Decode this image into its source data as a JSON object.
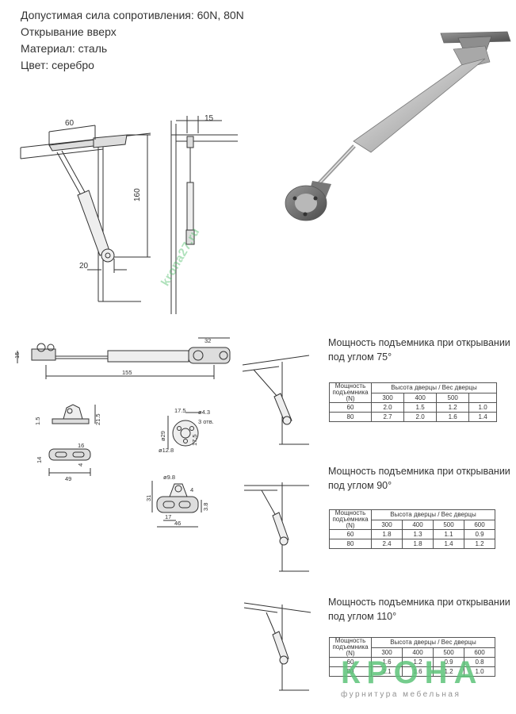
{
  "specs": {
    "line1": "Допустимая сила сопротивления: 60N, 80N",
    "line2": "Открывание вверх",
    "line3": "Материал: сталь",
    "line4": "Цвет: серебро"
  },
  "dims": {
    "side_top": "60",
    "side_height": "160",
    "side_bottom": "20",
    "front_top": "15",
    "bar_left": "15",
    "bar_right": "32",
    "bar_length": "155",
    "bracket_h1": "1.5",
    "bracket_h2": "21.5",
    "bracket_w": "16",
    "bracket_h3": "14",
    "bracket_h4": "4",
    "bracket_total": "49",
    "disc_a": "17.5",
    "disc_hole": "ø4.3",
    "disc_holes": "3 отв.",
    "disc_d29": "ø29",
    "disc_d128": "ø12.8",
    "disc_175": "17.5",
    "clip_d": "ø9.8",
    "clip_h": "31",
    "clip_4": "4",
    "clip_38": "3.8",
    "clip_17": "17",
    "clip_46": "46"
  },
  "sections": [
    {
      "title": "Мощность подъемника при открывании под углом 75°",
      "header_left": "Мощность подъемника (N)",
      "header_right": "Высота дверцы / Вес дверцы",
      "cols": [
        "300",
        "400",
        "500",
        ""
      ],
      "rows": [
        {
          "n": "60",
          "vals": [
            "2.0",
            "1.5",
            "1.2",
            "1.0"
          ]
        },
        {
          "n": "80",
          "vals": [
            "2.7",
            "2.0",
            "1.6",
            "1.4"
          ]
        }
      ]
    },
    {
      "title": "Мощность подъемника при открывании под углом 90°",
      "header_left": "Мощность подъемника (N)",
      "header_right": "Высота дверцы / Вес дверцы",
      "cols": [
        "300",
        "400",
        "500",
        "600"
      ],
      "rows": [
        {
          "n": "60",
          "vals": [
            "1.8",
            "1.3",
            "1.1",
            "0.9"
          ]
        },
        {
          "n": "80",
          "vals": [
            "2.4",
            "1.8",
            "1.4",
            "1.2"
          ]
        }
      ]
    },
    {
      "title": "Мощность подъемника при открывании под углом 110°",
      "header_left": "Мощность подъемника (N)",
      "header_right": "Высота дверцы / Вес дверцы",
      "cols": [
        "300",
        "400",
        "500",
        "600"
      ],
      "rows": [
        {
          "n": "60",
          "vals": [
            "1.6",
            "1.2",
            "0.9",
            "0.8"
          ]
        },
        {
          "n": "80",
          "vals": [
            "2.1",
            "1.6",
            "1.2",
            "1.0"
          ]
        }
      ]
    }
  ],
  "watermark": "krona27.ru",
  "logo": {
    "word": "КРОНА",
    "sub": "фурнитура мебельная"
  },
  "colors": {
    "logo_green": "#5ec47a",
    "line": "#333333"
  }
}
